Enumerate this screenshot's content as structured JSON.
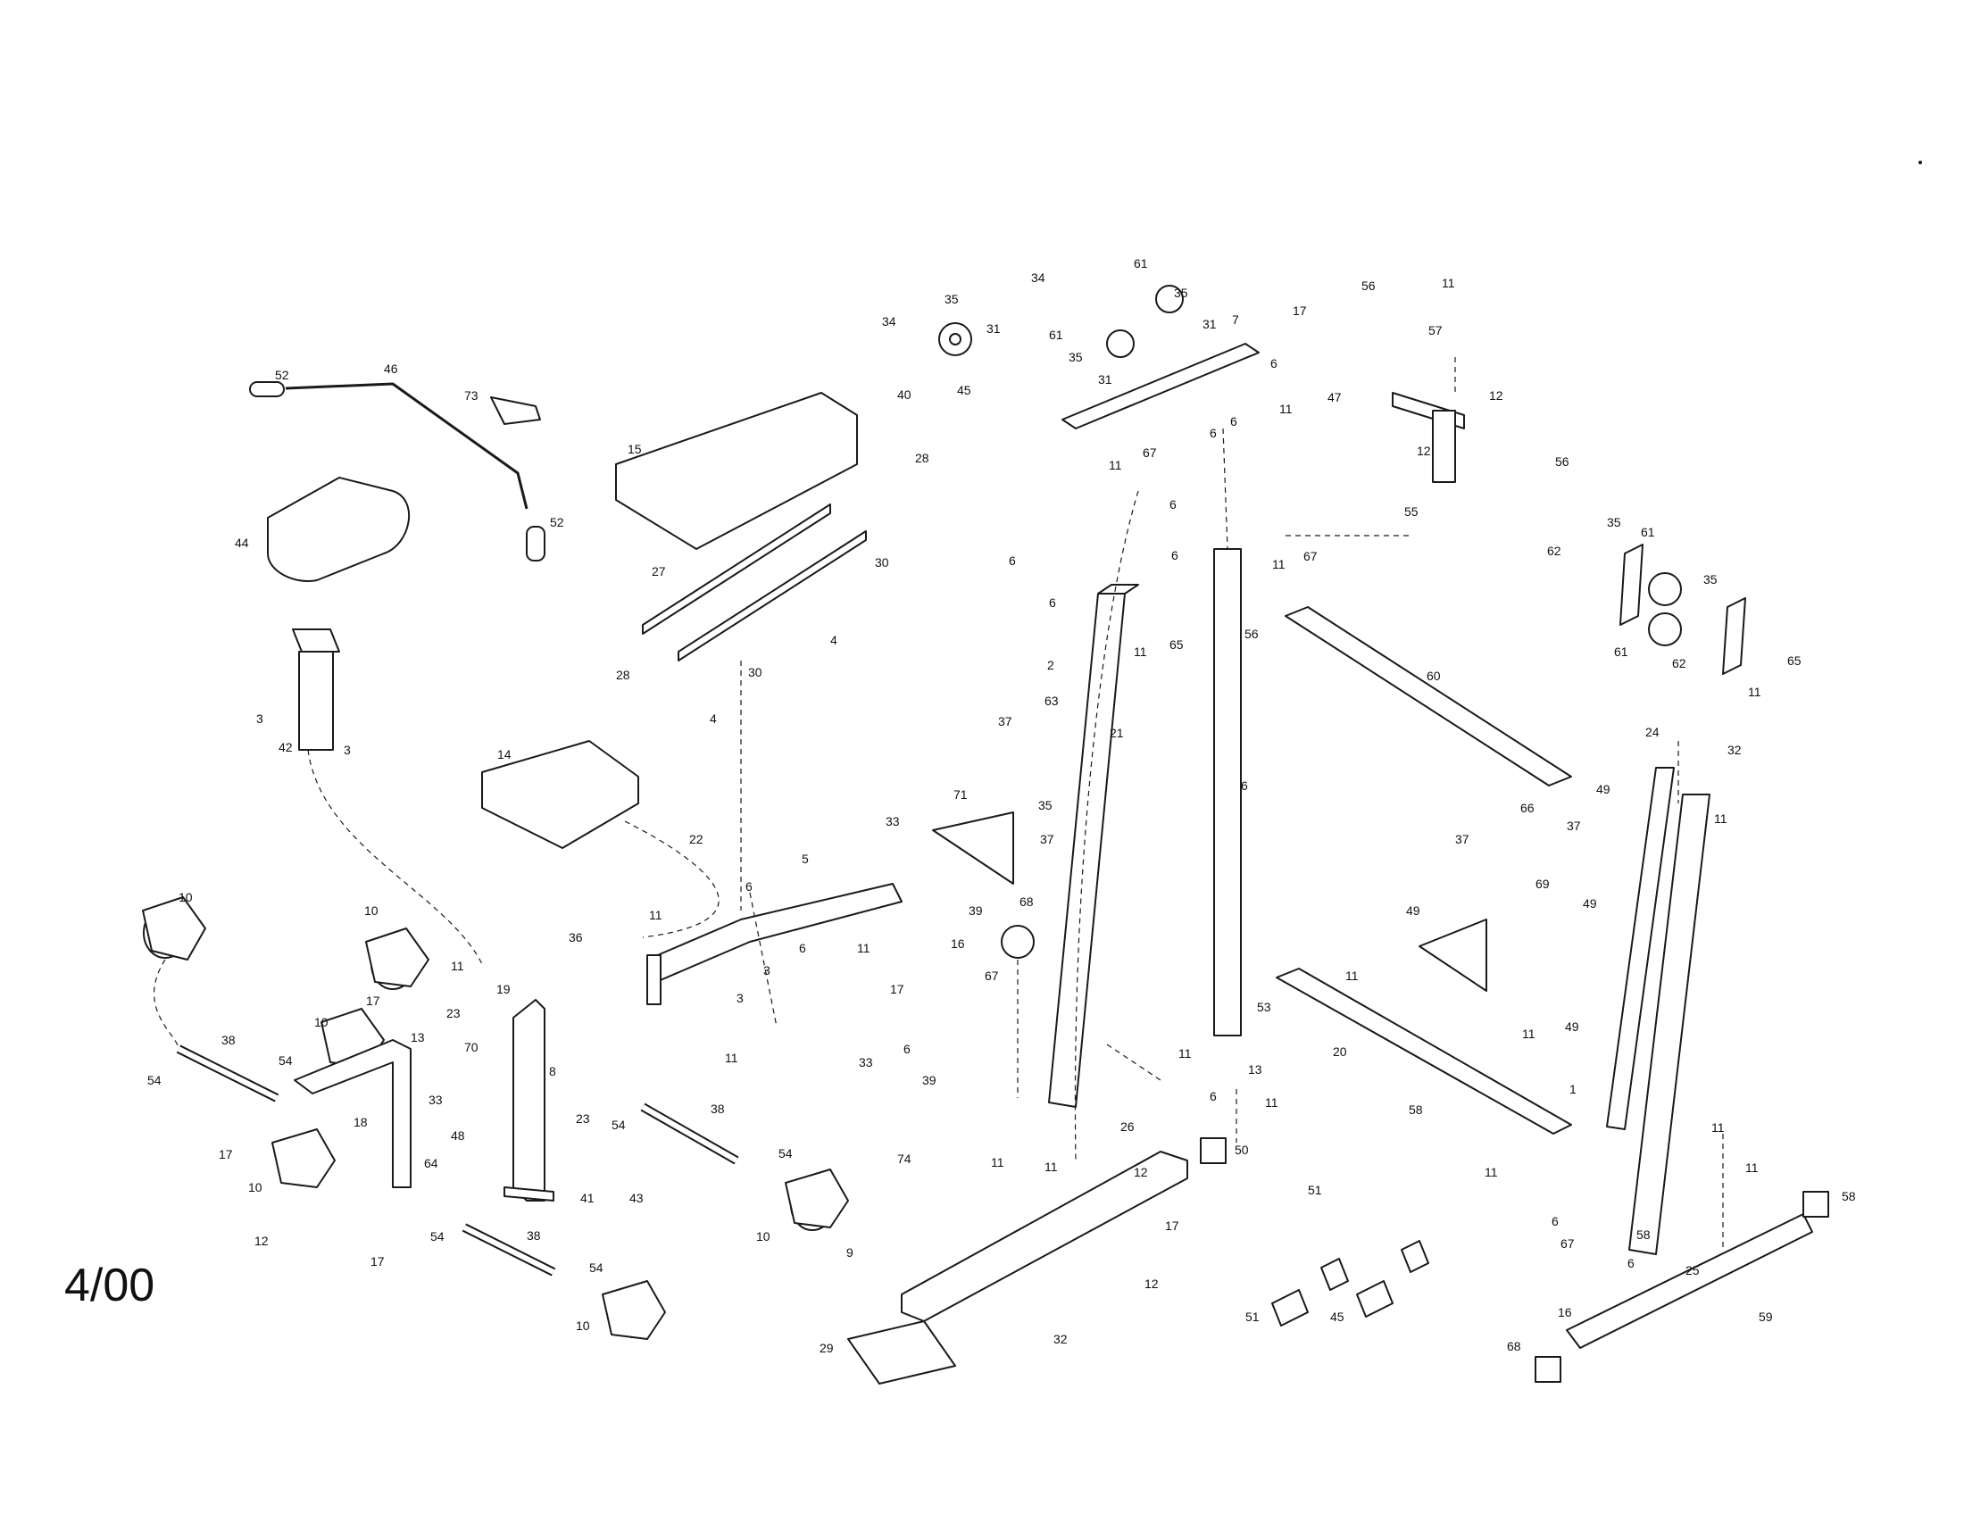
{
  "revision_date": "4/00",
  "colors": {
    "line": "#1a1a1a",
    "fill": "#ffffff",
    "shade": "#d9d9d9",
    "dark": "#333333"
  },
  "labels": [
    "52",
    "46",
    "73",
    "52",
    "44",
    "3",
    "42",
    "3",
    "15",
    "28",
    "27",
    "28",
    "30",
    "30",
    "4",
    "4",
    "14",
    "22",
    "6",
    "5",
    "33",
    "11",
    "3",
    "3",
    "11",
    "6",
    "11",
    "36",
    "10",
    "10",
    "11",
    "19",
    "17",
    "23",
    "13",
    "70",
    "33",
    "8",
    "10",
    "54",
    "38",
    "54",
    "17",
    "18",
    "10",
    "12",
    "17",
    "64",
    "48",
    "23",
    "41",
    "43",
    "54",
    "54",
    "38",
    "54",
    "10",
    "38",
    "54",
    "10",
    "34",
    "35",
    "31",
    "45",
    "40",
    "34",
    "61",
    "35",
    "61",
    "35",
    "31",
    "31",
    "7",
    "17",
    "6",
    "11",
    "6",
    "6",
    "11",
    "67",
    "6",
    "6",
    "11",
    "67",
    "6",
    "6",
    "11",
    "65",
    "2",
    "21",
    "37",
    "63",
    "37",
    "71",
    "35",
    "39",
    "68",
    "16",
    "17",
    "67",
    "6",
    "33",
    "39",
    "74",
    "11",
    "11",
    "26",
    "12",
    "12",
    "17",
    "9",
    "32",
    "29",
    "6",
    "56",
    "60",
    "53",
    "13",
    "11",
    "6",
    "11",
    "11",
    "20",
    "58",
    "50",
    "51",
    "51",
    "45",
    "11",
    "56",
    "57",
    "12",
    "47",
    "12",
    "56",
    "55",
    "62",
    "35",
    "61",
    "35",
    "61",
    "62",
    "11",
    "65",
    "24",
    "32",
    "37",
    "66",
    "37",
    "69",
    "49",
    "49",
    "49",
    "49",
    "1",
    "11",
    "11",
    "11",
    "11",
    "11",
    "6",
    "67",
    "6",
    "58",
    "25",
    "58",
    "16",
    "68",
    "59"
  ]
}
